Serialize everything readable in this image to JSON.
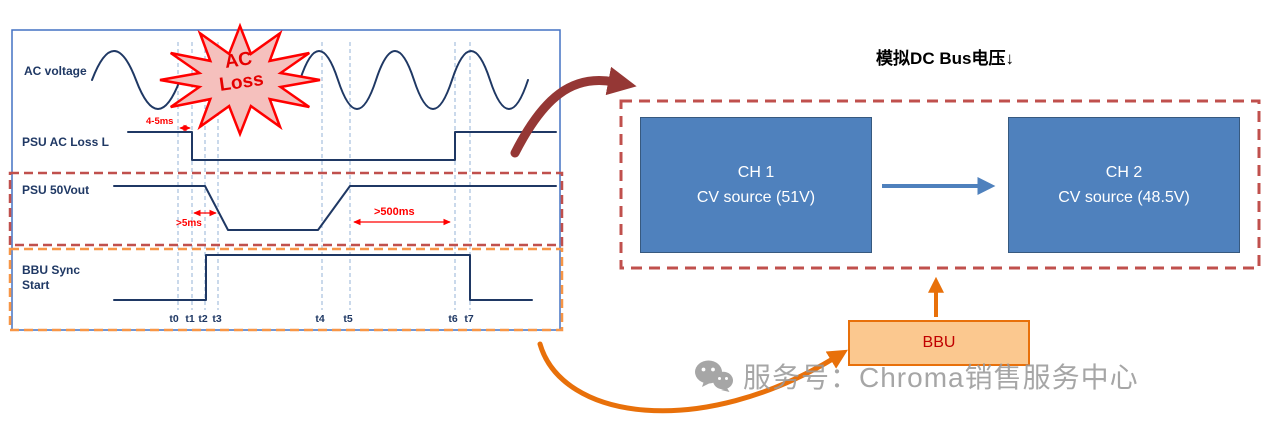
{
  "timing_diagram": {
    "signal_labels": {
      "ac_voltage": "AC voltage",
      "psu_ac_loss": "PSU AC Loss L",
      "psu_50vout": "PSU 50Vout",
      "bbu_sync_line1": "BBU Sync",
      "bbu_sync_line2": "Start"
    },
    "ac_loss_burst": {
      "line1": "AC",
      "line2": "Loss"
    },
    "annotations": {
      "detect_time": "4-5ms",
      "holdup_time": ">5ms",
      "backup_time": ">500ms"
    },
    "time_labels": [
      "t0",
      "t1",
      "t2",
      "t3",
      "t4",
      "t5",
      "t6",
      "t7"
    ]
  },
  "dc_bus_panel": {
    "title": "模拟DC Bus电压↓",
    "ch1": {
      "name": "CH 1",
      "desc": "CV source (51V)"
    },
    "ch2": {
      "name": "CH 2",
      "desc": "CV source (48.5V)"
    },
    "bbu_label": "BBU"
  },
  "watermark": {
    "text": "服务号：Chroma销售服务中心"
  },
  "colors": {
    "waveform_navy": "#1f3864",
    "timing_border_blue": "#4472c4",
    "dashed_line_blue": "#95b3d7",
    "burst_fill_pink": "#f5c0bd",
    "burst_stroke_red": "#ff0000",
    "annotation_red": "#ff0000",
    "red_dashed_box": "#c0504d",
    "orange_dashed_box": "#f79646",
    "ch_box_blue": "#4f81bd",
    "bbu_fill_orange": "#fbc88f",
    "bbu_border_orange": "#e8700a",
    "bbu_text_red": "#c00000",
    "dark_red_arrow": "#953735",
    "orange_arrow": "#e8700a",
    "blue_arrow": "#4f81bd",
    "watermark_gray": "#9a9a9a"
  }
}
